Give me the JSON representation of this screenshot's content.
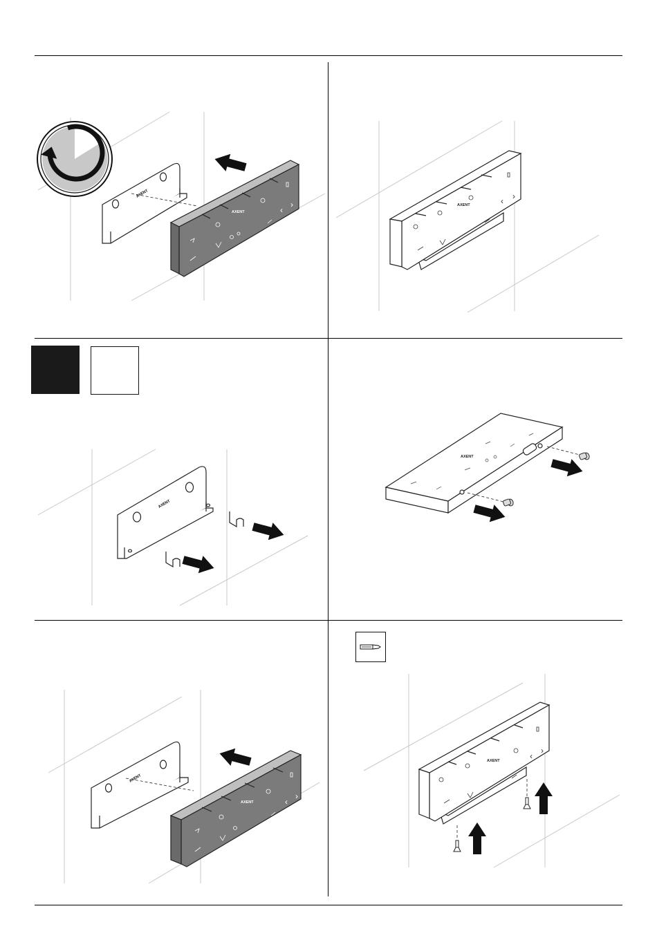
{
  "document": {
    "type": "installation-instructions",
    "steps": [
      {
        "id": "step-1",
        "description": "Slide remote control off wall bracket in direction of arrow"
      },
      {
        "id": "step-2",
        "description": "Remote control mounted on wall bracket"
      },
      {
        "id": "step-3",
        "description": "Remove clips from wall bracket"
      },
      {
        "id": "step-4",
        "description": "Remove screws from remote control"
      },
      {
        "id": "step-5",
        "description": "Slide remote control onto wall bracket"
      },
      {
        "id": "step-6",
        "description": "Fasten bracket with screws from below"
      }
    ]
  },
  "device": {
    "brand_label": "AXENT",
    "bracket_label": "AXENT",
    "symbols": {
      "nav_left": "‹",
      "nav_right": "›",
      "page": "0"
    }
  },
  "icons": {
    "timer": "timer-icon",
    "filled_square": "filled-square-icon",
    "outline_square": "outline-square-icon",
    "screwdriver": "screwdriver-icon",
    "arrow": "arrow-icon"
  },
  "colors": {
    "line": "#000000",
    "device_dark": "#7b7b7b",
    "device_light": "#ffffff",
    "wall_line": "#c8c8c8",
    "timer_fill": "#c8c8c8",
    "fill_square": "#1a1a1a"
  }
}
